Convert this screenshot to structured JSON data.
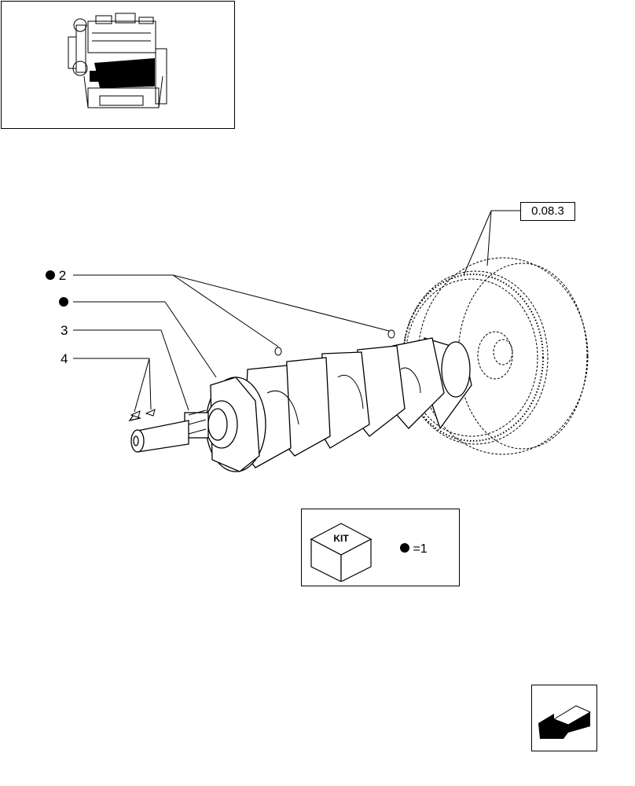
{
  "callouts": [
    {
      "id": "item-2",
      "number": "2",
      "dot": true
    },
    {
      "id": "item-dot",
      "number": "",
      "dot": true
    },
    {
      "id": "item-3",
      "number": "3",
      "dot": false
    },
    {
      "id": "item-4",
      "number": "4",
      "dot": false
    }
  ],
  "reference": {
    "code": "0.08.3"
  },
  "kit_legend": {
    "box_label": "KIT",
    "value": "=1"
  },
  "icons": {
    "kit": "kit-box-icon",
    "back": "back-arrow-icon",
    "engine": "engine-thumbnail-icon"
  }
}
